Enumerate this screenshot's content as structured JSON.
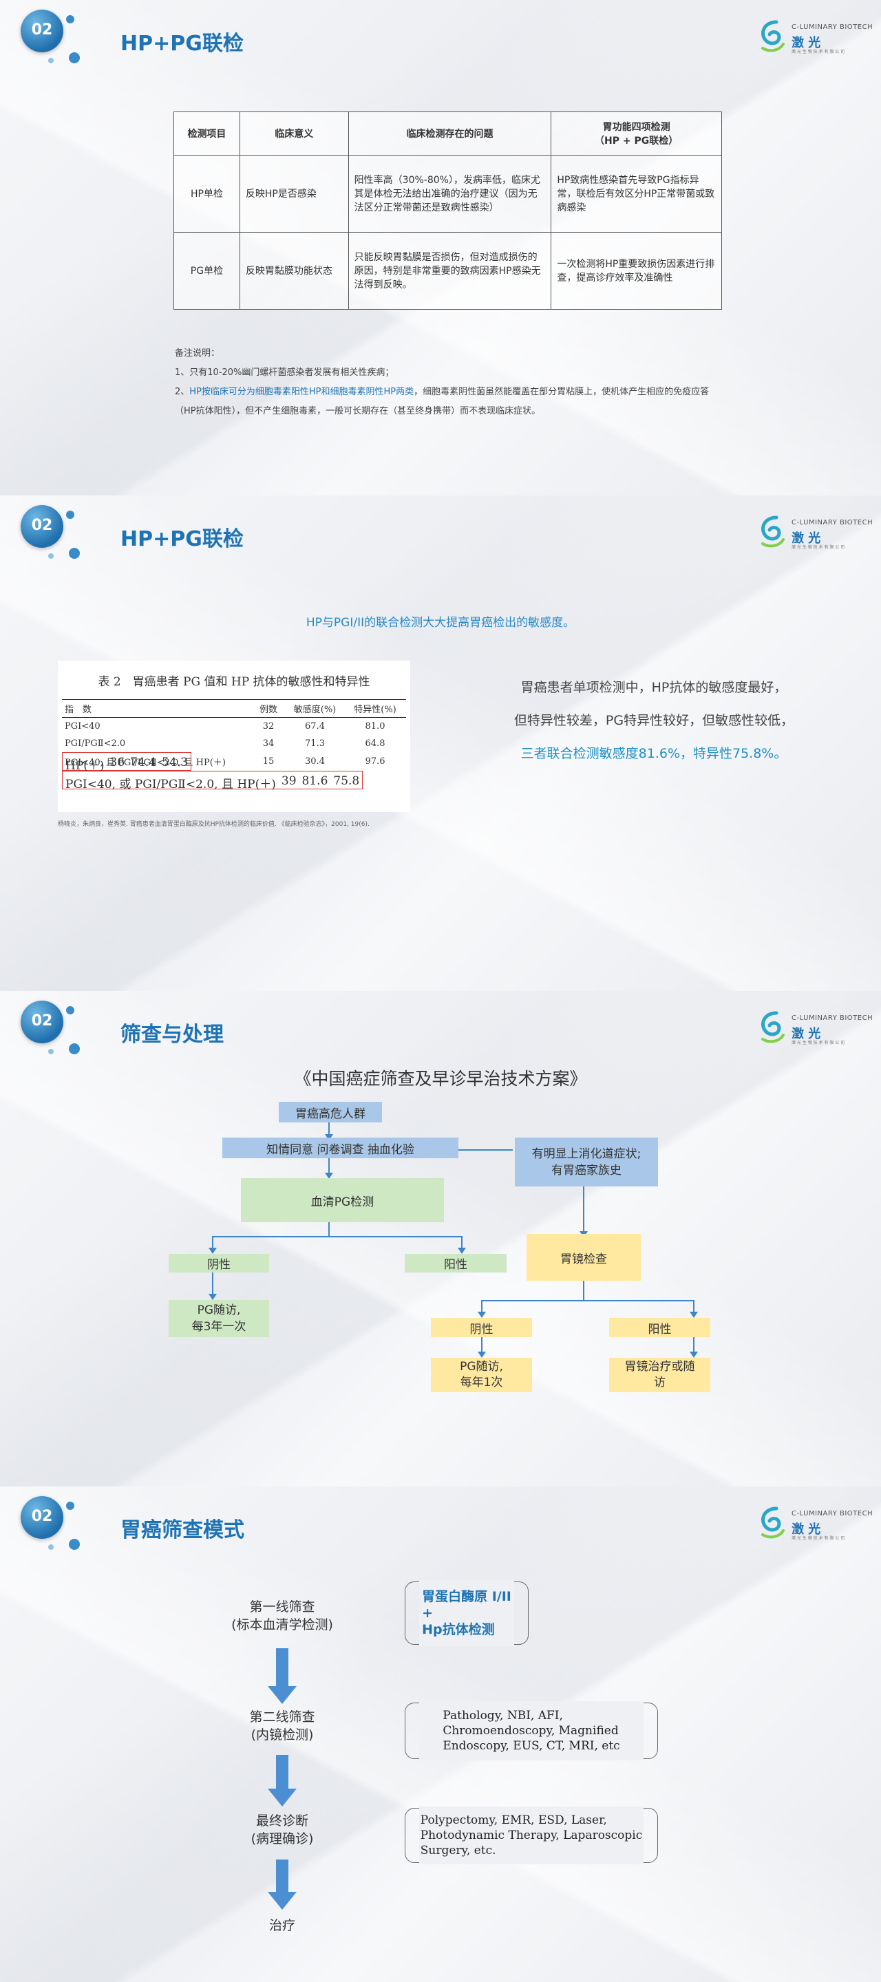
{
  "section_number": "02",
  "logo": {
    "en": "C-LUMINARY BIOTECH",
    "cn": "澂 光",
    "sub": "澂 光 生 物 技 术 有 限 公 司"
  },
  "slide1": {
    "title": "HP+PG联检",
    "table": {
      "headers": [
        "检测项目",
        "临床意义",
        "临床检测存在的问题",
        "胃功能四项检测\n（HP + PG联检）"
      ],
      "rows": [
        [
          "HP单检",
          "反映HP是否感染",
          "阳性率高（30%-80%），发病率低，临床尤其是体检无法给出准确的治疗建议（因为无法区分正常带菌还是致病性感染）",
          "HP致病性感染首先导致PG指标异常，联检后有效区分HP正常带菌或致病感染"
        ],
        [
          "PG单检",
          "反映胃黏膜功能状态",
          "只能反映胃黏膜是否损伤，但对造成损伤的原因，特别是非常重要的致病因素HP感染无法得到反映。",
          "一次检测将HP重要致损伤因素进行排查，提高诊疗效率及准确性"
        ]
      ]
    },
    "notes": {
      "label": "备注说明：",
      "line1": "1、只有10-20%幽门螺杆菌感染者发展有相关性疾病；",
      "line2_prefix": "2、",
      "line2_highlight": "HP按临床可分为细胞毒素阳性HP和细胞毒素阴性HP两类",
      "line2_rest": "，细胞毒素阴性菌虽然能覆盖在部分胃粘膜上，使机体产生相应的免疫应答（HP抗体阳性），但不产生细胞毒素，一般可长期存在（甚至终身携带）而不表现临床症状。"
    }
  },
  "slide2": {
    "title": "HP+PG联检",
    "caption": "HP与PGI/II的联合检测大大提高胃癌检出的敏感度。",
    "table_title": "表 2　胃癌患者 PG 值和 HP 抗体的敏感性和特异性",
    "columns": [
      "指　数",
      "例数",
      "敏感度(%)",
      "特异性(%)"
    ],
    "rows": [
      {
        "label": "PGⅠ<40",
        "n": "32",
        "sens": "67.4",
        "spec": "81.0",
        "boxed": false
      },
      {
        "label": "PGⅠ/PGⅡ<2.0",
        "n": "34",
        "sens": "71.3",
        "spec": "64.8",
        "boxed": false
      },
      {
        "label": "HP(＋)",
        "n": "36",
        "sens": "74.4",
        "spec": "54.3",
        "boxed": true
      },
      {
        "label": "PGⅠ<40, 且 PGⅠ/PGⅡ<2.0, 且 HP(＋)",
        "n": "15",
        "sens": "30.4",
        "spec": "97.6",
        "boxed": false
      },
      {
        "label": "PGⅠ<40, 或 PGⅠ/PGⅡ<2.0, 且 HP(＋)",
        "n": "39",
        "sens": "81.6",
        "spec": "75.8",
        "boxed": true
      }
    ],
    "citation": "杨晓炎，朱炳良，崔秀英. 胃癌患者血清胃蛋白酶原及抗HP抗体检测的临床价值. 《临床检验杂志》，2001, 19(6).",
    "text_lines": [
      "胃癌患者单项检测中，HP抗体的敏感度最好，",
      "但特异性较差，PG特异性较好，但敏感性较低，"
    ],
    "text_highlight": "三者联合检测敏感度81.6%，特异性75.8%。"
  },
  "slide3": {
    "title": "筛查与处理",
    "doc_title": "《中国癌症筛查及早诊早治技术方案》",
    "nodes": {
      "high_risk": "胃癌高危人群",
      "consent": "知情同意  问卷调查  抽血化验",
      "symptoms": "有明显上消化道症状;\n有胃癌家族史",
      "pg_test": "血清PG检测",
      "negative": "阴性",
      "positive": "阳性",
      "pg_followup3": "PG随访,\n每3年一次",
      "endoscopy": "胃镜检查",
      "endo_negative": "阴性",
      "endo_positive": "阳性",
      "pg_followup1": "PG随访,\n每年1次",
      "treatment_followup": "胃镜治疗或随\n访"
    }
  },
  "slide4": {
    "title": "胃癌筛查模式",
    "steps": [
      {
        "label": "第一线筛查\n(标本血清学检测)",
        "detail": "胃蛋白酶原 I/II\n+\nHp抗体检测"
      },
      {
        "label": "第二线筛查\n(内镜检测)",
        "detail": "Pathology, NBI, AFI,\nChromoendoscopy, Magnified\nEndoscopy, EUS, CT, MRI, etc"
      },
      {
        "label": "最终诊断\n(病理确诊)",
        "detail": "Polypectomy, EMR, ESD, Laser,\nPhotodynamic Therapy, Laparoscopic\nSurgery, etc."
      },
      {
        "label": "治疗",
        "detail": ""
      }
    ]
  },
  "colors": {
    "title_blue": "#1e73b4",
    "accent_blue": "#2a8ac4",
    "flow_blue": "#a9c7e8",
    "flow_green": "#cde8c3",
    "flow_yellow": "#ffe9a0",
    "arrow_blue": "#4b8fd2"
  }
}
